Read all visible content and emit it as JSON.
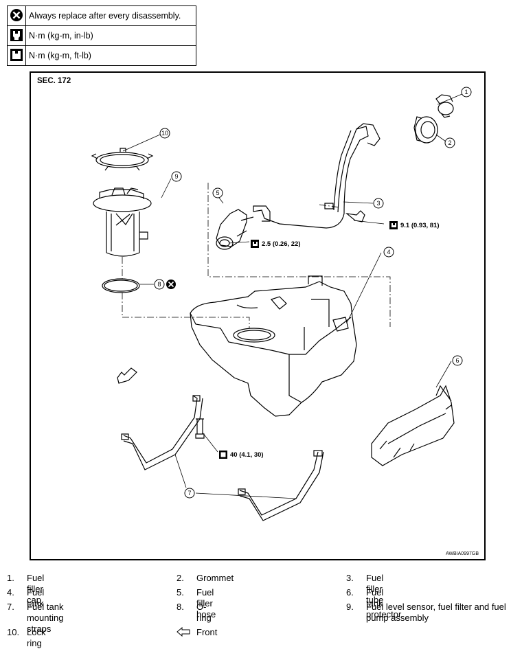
{
  "legend": [
    {
      "icon": "replace-icon",
      "text": "Always replace after every disassembly."
    },
    {
      "icon": "torque-in-lb-icon",
      "text": "N·m (kg-m, in-lb)"
    },
    {
      "icon": "torque-ft-lb-icon",
      "text": "N·m (kg-m, ft-lb)"
    }
  ],
  "diagram": {
    "section": "SEC. 172",
    "code": "AWBIA0997GB",
    "callouts": [
      "1",
      "2",
      "3",
      "4",
      "5",
      "6",
      "7",
      "8",
      "9",
      "10"
    ],
    "torques": {
      "filler_tube_bolt": "9.1 (0.93, 81)",
      "filler_hose_clamp": "2.5 (0.26, 22)",
      "strap_bolt": "40 (4.1, 30)"
    }
  },
  "parts": [
    {
      "num": "1.",
      "label": "Fuel filler cap"
    },
    {
      "num": "2.",
      "label": "Grommet"
    },
    {
      "num": "3.",
      "label": "Fuel filler tube"
    },
    {
      "num": "4.",
      "label": "Fuel tank"
    },
    {
      "num": "5.",
      "label": "Fuel filler hose"
    },
    {
      "num": "6.",
      "label": "Fuel tank protector"
    },
    {
      "num": "7.",
      "label": "Fuel tank mounting straps"
    },
    {
      "num": "8.",
      "label": "O-ring"
    },
    {
      "num": "9.",
      "label": "Fuel level sensor, fuel filter and fuel pump assembly"
    },
    {
      "num": "10.",
      "label": "Lock ring"
    },
    {
      "num": "",
      "label": "Front"
    }
  ]
}
